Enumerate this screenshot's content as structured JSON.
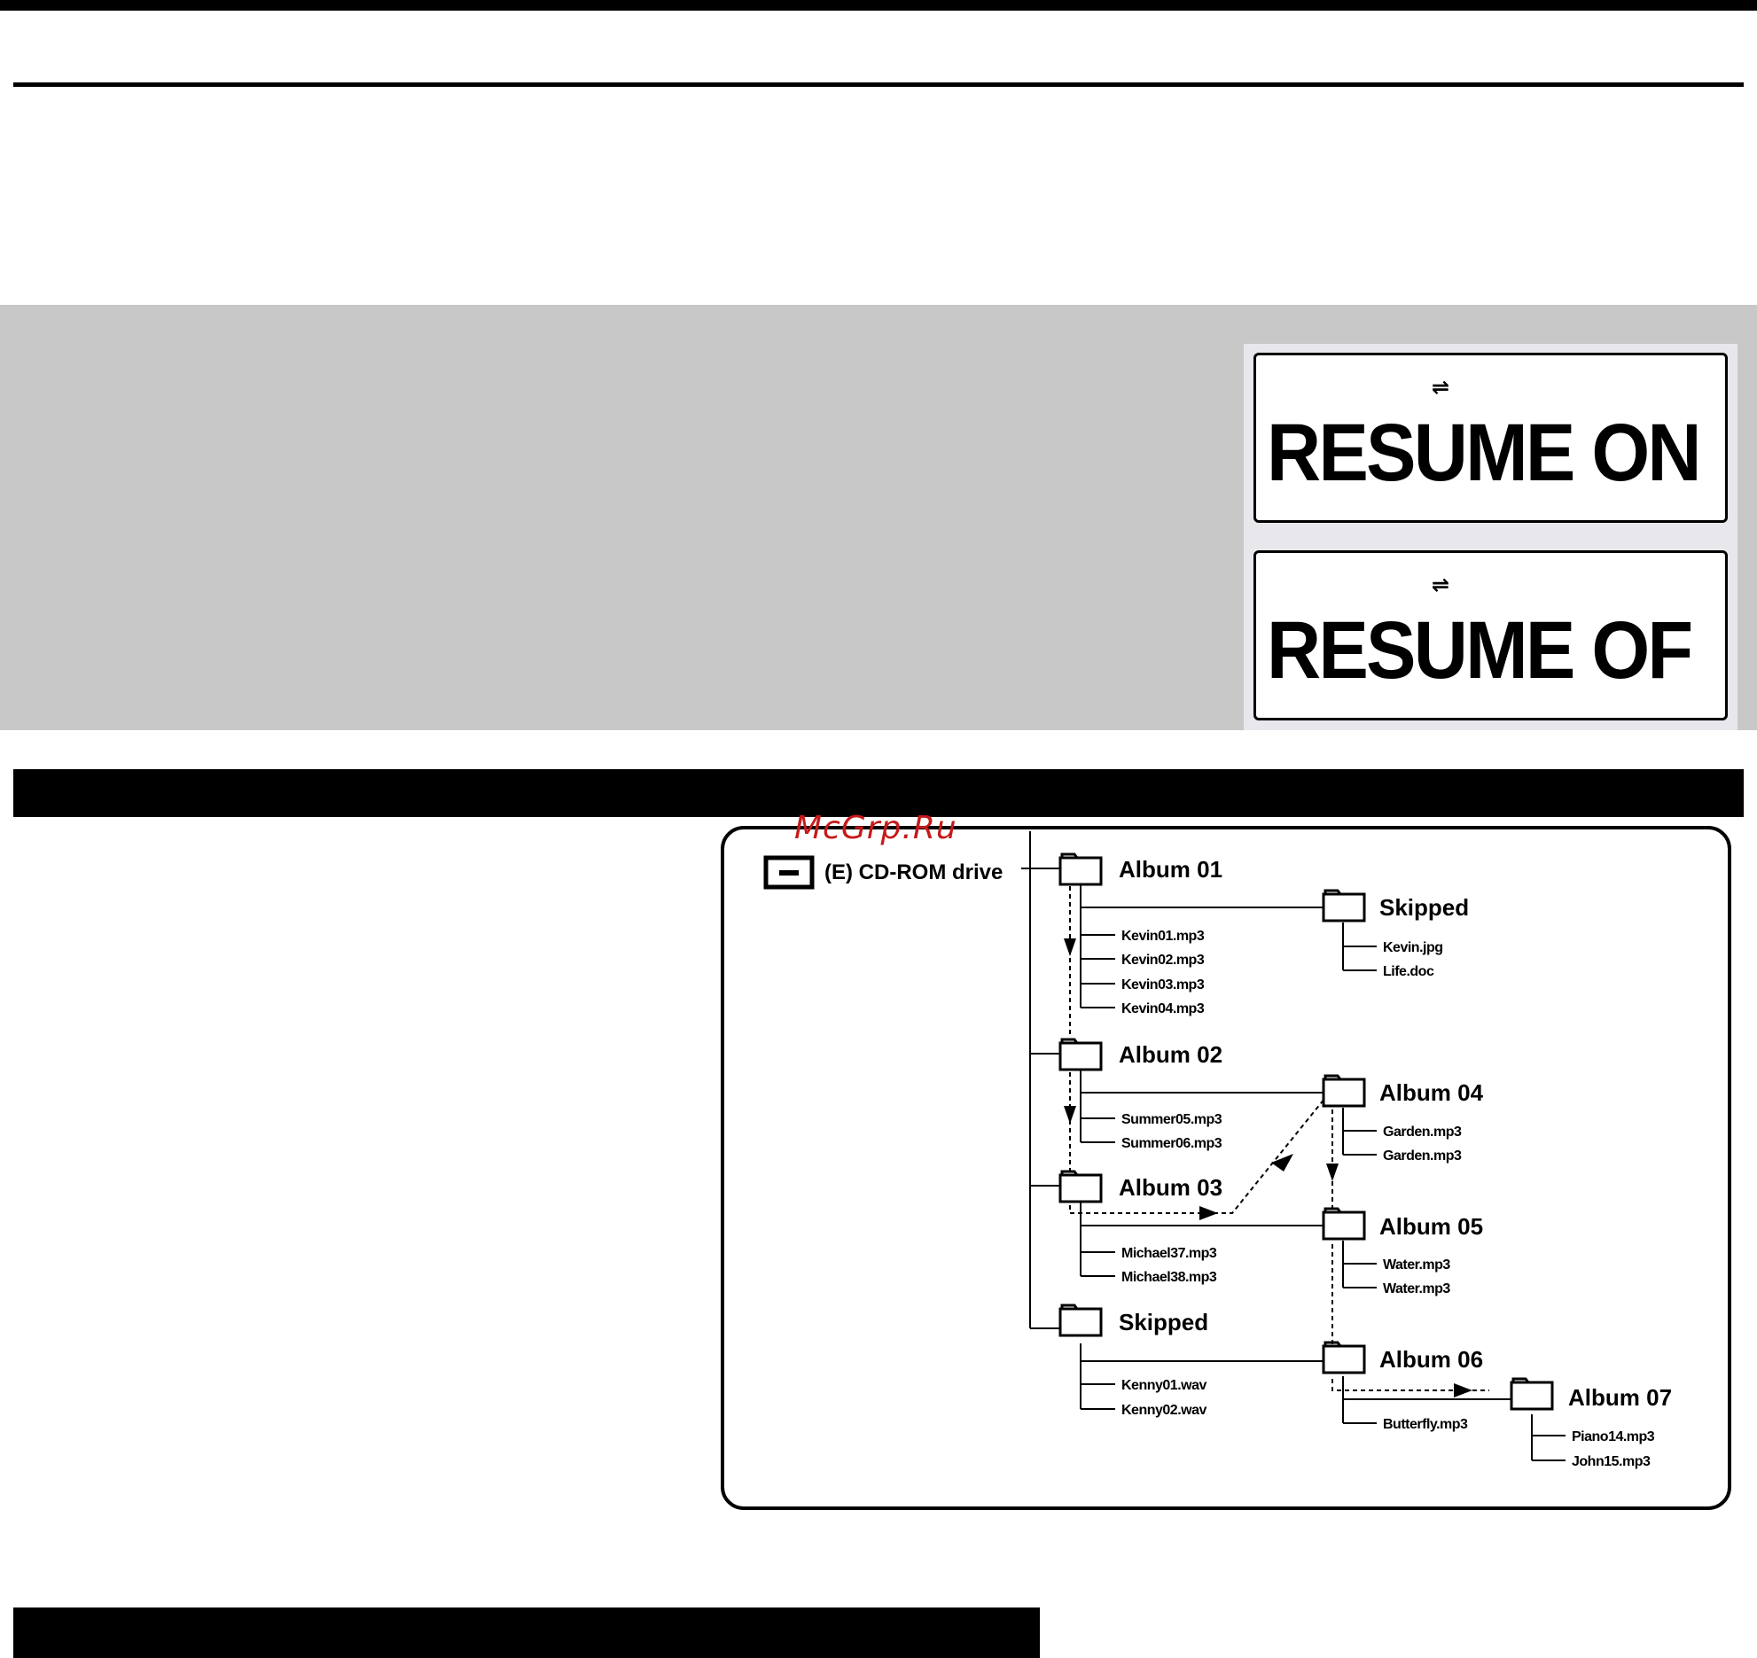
{
  "display": {
    "symbol": "⇌",
    "resume_on": "RESUME ON",
    "resume_off": "RESUME OF"
  },
  "watermark": "McGrp.Ru",
  "tree": {
    "drive": "(E) CD-ROM drive",
    "folders": {
      "album01": "Album 01",
      "skipped1": "Skipped",
      "album02": "Album 02",
      "album04": "Album 04",
      "album03": "Album 03",
      "album05": "Album 05",
      "skipped2": "Skipped",
      "album06": "Album 06",
      "album07": "Album 07"
    },
    "files": {
      "kevin01": "Kevin01.mp3",
      "kevin02": "Kevin02.mp3",
      "kevin03": "Kevin03.mp3",
      "kevin04": "Kevin04.mp3",
      "kevin_jpg": "Kevin.jpg",
      "life_doc": "Life.doc",
      "summer05": "Summer05.mp3",
      "summer06": "Summer06.mp3",
      "garden1": "Garden.mp3",
      "garden2": "Garden.mp3",
      "michael37": "Michael37.mp3",
      "michael38": "Michael38.mp3",
      "water1": "Water.mp3",
      "water2": "Water.mp3",
      "kenny01": "Kenny01.wav",
      "kenny02": "Kenny02.wav",
      "butterfly": "Butterfly.mp3",
      "piano14": "Piano14.mp3",
      "john15": "John15.mp3"
    }
  }
}
